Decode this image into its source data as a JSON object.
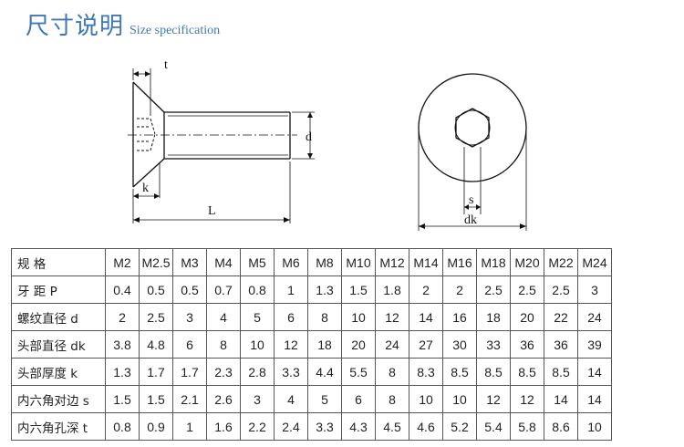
{
  "title": {
    "cn": "尺寸说明",
    "en": "Size specification"
  },
  "drawing": {
    "labels": {
      "t": "t",
      "d": "d",
      "k": "k",
      "L": "L",
      "s": "s",
      "dk": "dk"
    }
  },
  "table": {
    "header_label": "规 格",
    "columns": [
      "M2",
      "M2.5",
      "M3",
      "M4",
      "M5",
      "M6",
      "M8",
      "M10",
      "M12",
      "M14",
      "M16",
      "M18",
      "M20",
      "M22",
      "M24"
    ],
    "rows": [
      {
        "label": "牙 距 P",
        "values": [
          "0.4",
          "0.5",
          "0.5",
          "0.7",
          "0.8",
          "1",
          "1.3",
          "1.5",
          "1.8",
          "2",
          "2",
          "2.5",
          "2.5",
          "2.5",
          "3"
        ]
      },
      {
        "label": "螺纹直径 d",
        "values": [
          "2",
          "2.5",
          "3",
          "4",
          "5",
          "6",
          "8",
          "10",
          "12",
          "14",
          "16",
          "18",
          "20",
          "22",
          "24"
        ]
      },
      {
        "label": "头部直径 dk",
        "values": [
          "3.8",
          "4.8",
          "6",
          "8",
          "10",
          "12",
          "18",
          "20",
          "24",
          "27",
          "30",
          "33",
          "36",
          "36",
          "39"
        ]
      },
      {
        "label": "头部厚度 k",
        "values": [
          "1.3",
          "1.7",
          "1.7",
          "2.3",
          "2.8",
          "3.3",
          "4.4",
          "5.5",
          "8",
          "8.3",
          "8.5",
          "8.5",
          "8.5",
          "8.5",
          "14"
        ]
      },
      {
        "label": "内六角对边 s",
        "values": [
          "1.5",
          "1.5",
          "2.1",
          "2.6",
          "3",
          "4",
          "5",
          "6",
          "8",
          "10",
          "10",
          "12",
          "12",
          "14",
          "14"
        ]
      },
      {
        "label": "内六角孔深 t",
        "values": [
          "0.8",
          "0.9",
          "1",
          "1.6",
          "2.2",
          "2.4",
          "3.3",
          "4.3",
          "4.5",
          "4.6",
          "5.2",
          "5.4",
          "5.8",
          "8.6",
          "10"
        ]
      }
    ]
  }
}
